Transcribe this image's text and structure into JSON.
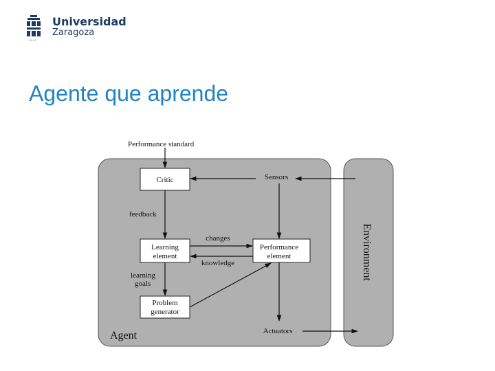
{
  "header": {
    "logo_name": "Universidad",
    "logo_sub": "Zaragoza",
    "logo_year": "1542"
  },
  "slide": {
    "title": "Agente que aprende"
  },
  "diagram": {
    "performance_standard": "Performance standard",
    "critic": "Critic",
    "sensors": "Sensors",
    "feedback": "feedback",
    "changes": "changes",
    "knowledge": "knowledge",
    "learning_element": [
      "Learning",
      "element"
    ],
    "performance_element": [
      "Performance",
      "element"
    ],
    "learning_goals": [
      "learning",
      "goals"
    ],
    "problem_generator": [
      "Problem",
      "generator"
    ],
    "actuators": "Actuators",
    "agent": "Agent",
    "environment": "Environment"
  }
}
